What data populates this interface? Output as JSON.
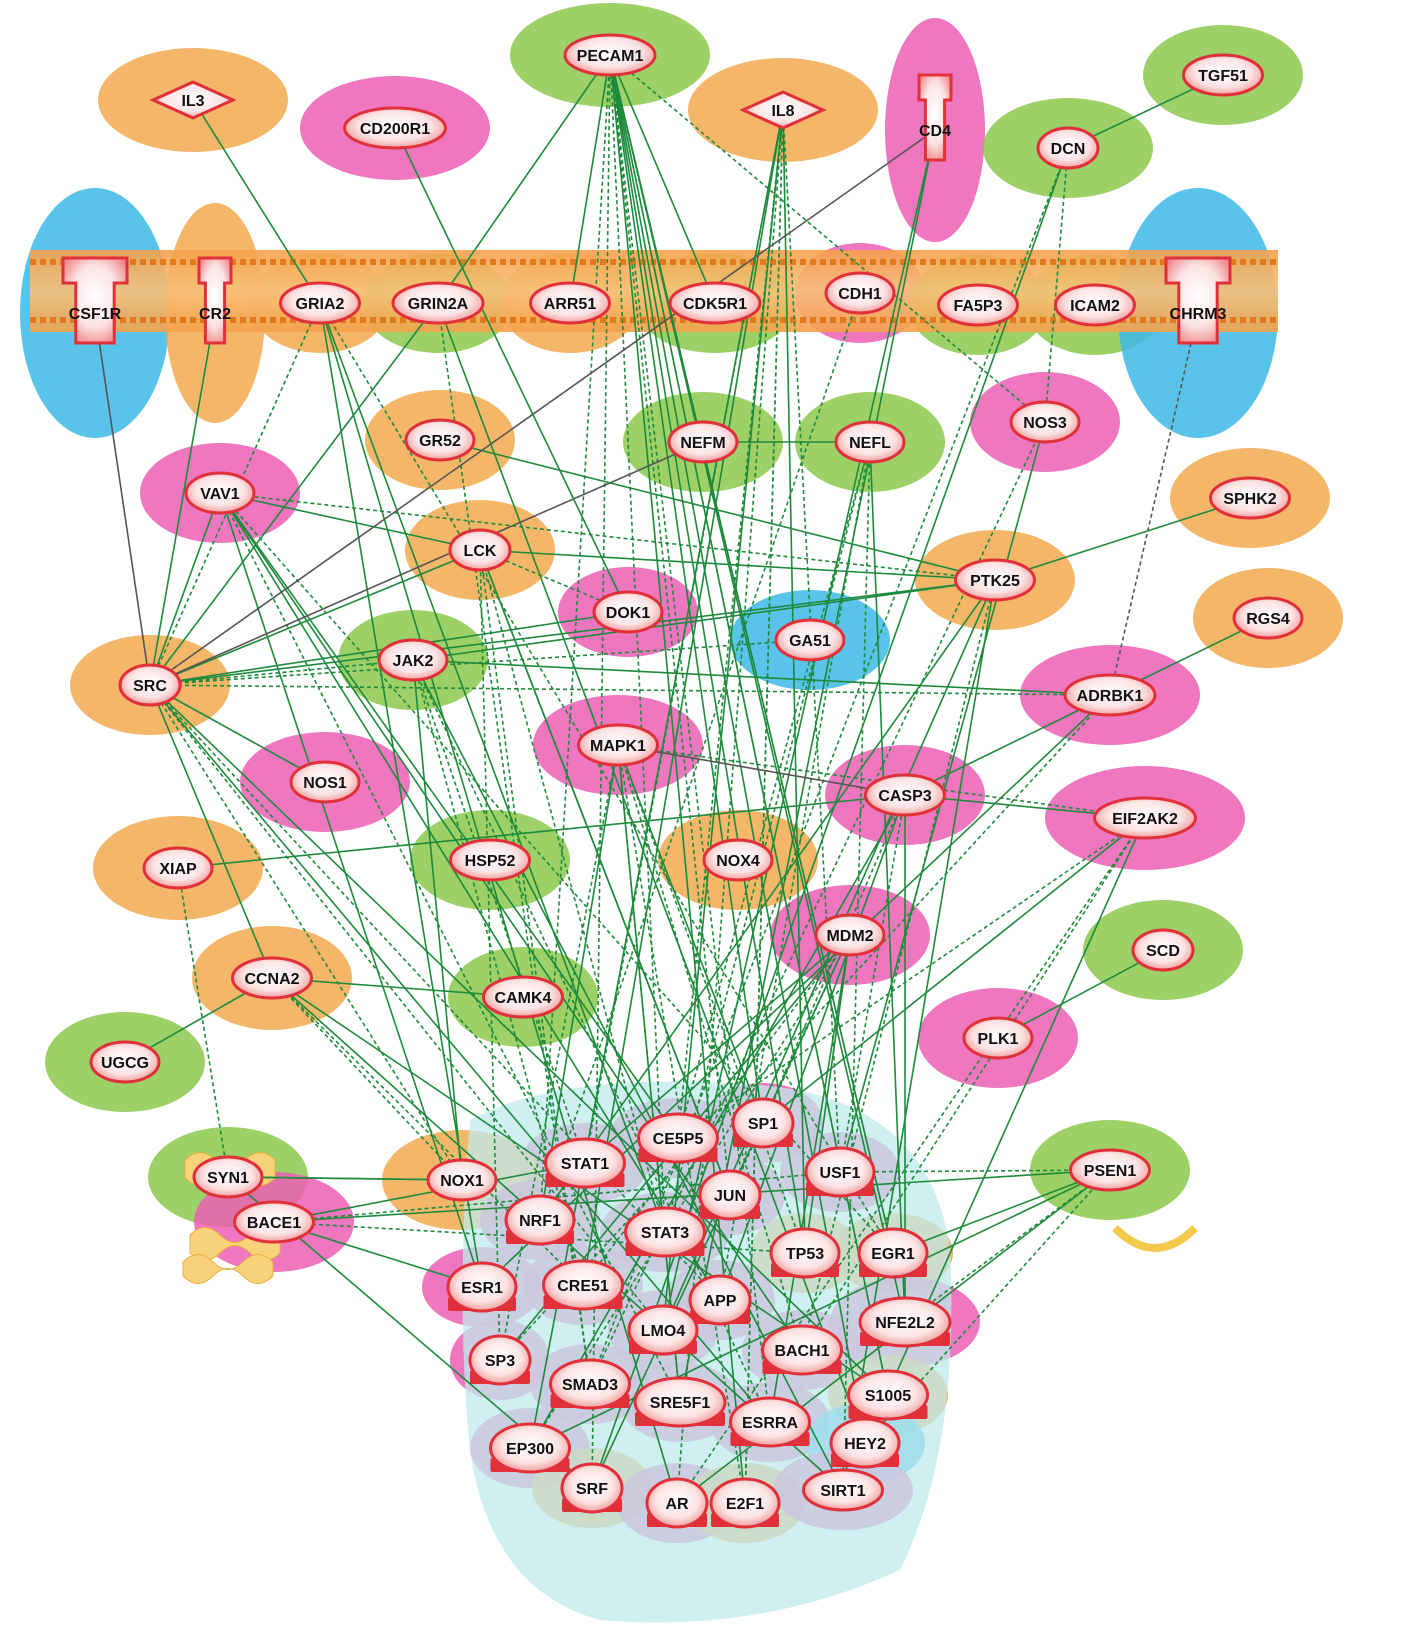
{
  "colors": {
    "orange": "#f2a94e",
    "pink": "#ec5fb4",
    "green": "#8cc84b",
    "blue": "#3db9e6",
    "edge": "#1e8a3c",
    "edge_gray": "#555555",
    "membrane": "#f08a2a",
    "node_fill": "#ffffff",
    "node_stroke": "#e0303a",
    "nucleus": "#bfe9ec"
  },
  "nodes": {
    "IL3": "IL3",
    "CD200R1": "CD200R1",
    "PECAM1": "PECAM1",
    "IL8": "IL8",
    "CD4": "CD4",
    "TGF51": "TGF51",
    "DCN": "DCN",
    "CSF1R": "CSF1R",
    "CR2": "CR2",
    "GRIA2": "GRIA2",
    "GRIN2A": "GRIN2A",
    "ARR51": "ARR51",
    "CDK5R1": "CDK5R1",
    "CDH1": "CDH1",
    "FA5P3": "FA5P3",
    "ICAM2": "ICAM2",
    "CHRM3": "CHRM3",
    "GR52": "GR52",
    "NEFM": "NEFM",
    "NEFL": "NEFL",
    "NOS3": "NOS3",
    "VAV1": "VAV1",
    "SPHK2": "SPHK2",
    "LCK": "LCK",
    "PTK25": "PTK25",
    "DOK1": "DOK1",
    "GA51": "GA51",
    "RGS4": "RGS4",
    "SRC": "SRC",
    "JAK2": "JAK2",
    "ADRBK1": "ADRBK1",
    "MAPK1": "MAPK1",
    "NOS1": "NOS1",
    "CASP3": "CASP3",
    "EIF2AK2": "EIF2AK2",
    "XIAP": "XIAP",
    "HSP52": "HSP52",
    "NOX4": "NOX4",
    "MDM2": "MDM2",
    "SCD": "SCD",
    "CCNA2": "CCNA2",
    "CAMK4": "CAMK4",
    "PLK1": "PLK1",
    "UGCG": "UGCG",
    "SP1": "SP1",
    "CE5P5": "CE5P5",
    "STAT1": "STAT1",
    "USF1": "USF1",
    "PSEN1": "PSEN1",
    "SYN1": "SYN1",
    "NOX1": "NOX1",
    "JUN": "JUN",
    "NRF1": "NRF1",
    "BACE1": "BACE1",
    "STAT3": "STAT3",
    "TP53": "TP53",
    "EGR1": "EGR1",
    "ESR1": "ESR1",
    "CRE51": "CRE51",
    "APP": "APP",
    "NFE2L2": "NFE2L2",
    "LMO4": "LMO4",
    "SP3": "SP3",
    "BACH1": "BACH1",
    "SMAD3": "SMAD3",
    "S1005": "S1005",
    "SRE5F1": "SRE5F1",
    "ESRRA": "ESRRA",
    "EP300": "EP300",
    "HEY2": "HEY2",
    "SRF": "SRF",
    "AR": "AR",
    "E2F1": "E2F1",
    "SIRT1": "SIRT1"
  }
}
